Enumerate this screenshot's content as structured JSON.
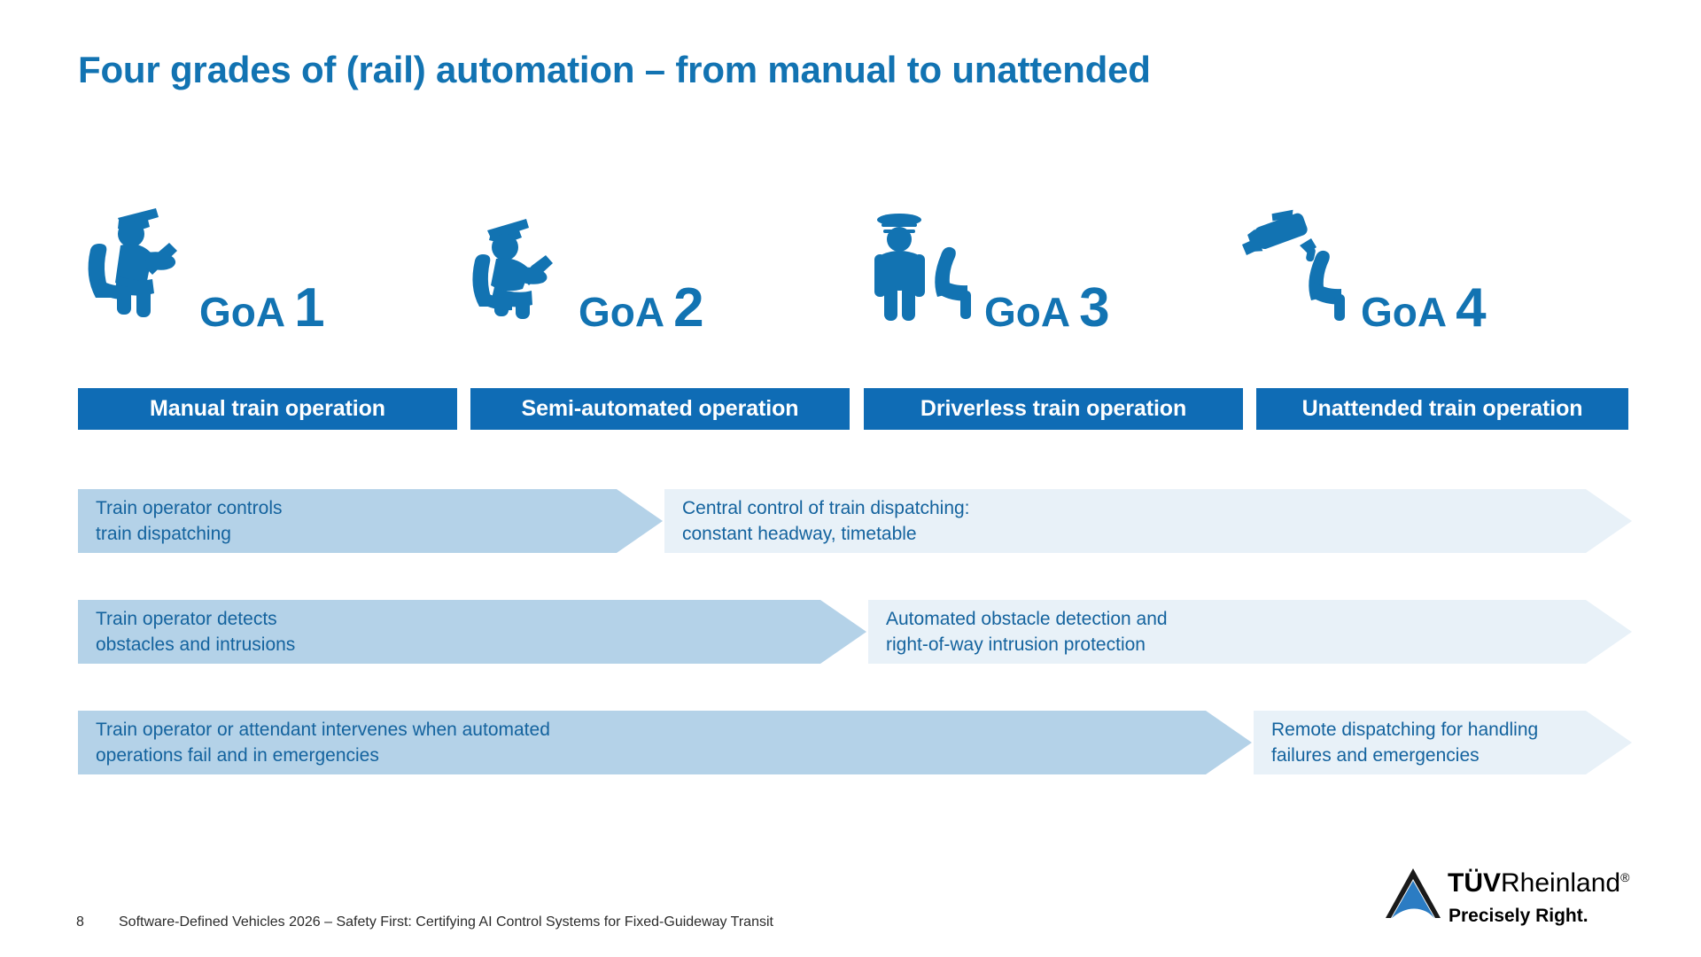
{
  "slide": {
    "title": "Four grades of (rail) automation – from manual to unattended",
    "accent_blue": "#1273b2",
    "bar_blue": "#0f6cb5",
    "arrow_dark": "#b4d2e8",
    "arrow_pale": "#e8f1f8",
    "background": "#ffffff"
  },
  "grades": [
    {
      "label": "GoA",
      "number": "1",
      "icon": "seated-train-operator-leaning-forward-icon",
      "header": "Manual train operation"
    },
    {
      "label": "GoA",
      "number": "2",
      "icon": "seated-train-operator-reclined-icon",
      "header": "Semi-automated operation"
    },
    {
      "label": "GoA",
      "number": "3",
      "icon": "standing-attendant-with-empty-seat-icon",
      "header": "Driverless train operation"
    },
    {
      "label": "GoA",
      "number": "4",
      "icon": "cctv-camera-with-empty-seat-icon",
      "header": "Unattended train operation"
    }
  ],
  "rows": [
    {
      "left": "Train operator controls\ntrain dispatching",
      "right": "Central control of train dispatching:\nconstant headway, timetable"
    },
    {
      "left": "Train operator detects\nobstacles and intrusions",
      "right": "Automated obstacle detection and\nright-of-way intrusion protection"
    },
    {
      "left": "Train operator or attendant intervenes when automated\noperations fail and in emergencies",
      "right": "Remote dispatching for handling\nfailures and emergencies"
    }
  ],
  "footer": {
    "page_number": "8",
    "text": "Software-Defined Vehicles 2026 – Safety First: Certifying AI Control Systems for Fixed-Guideway Transit"
  },
  "logo": {
    "brand_bold": "TÜV",
    "brand_rest": "Rheinland",
    "registered": "®",
    "tagline": "Precisely Right."
  }
}
